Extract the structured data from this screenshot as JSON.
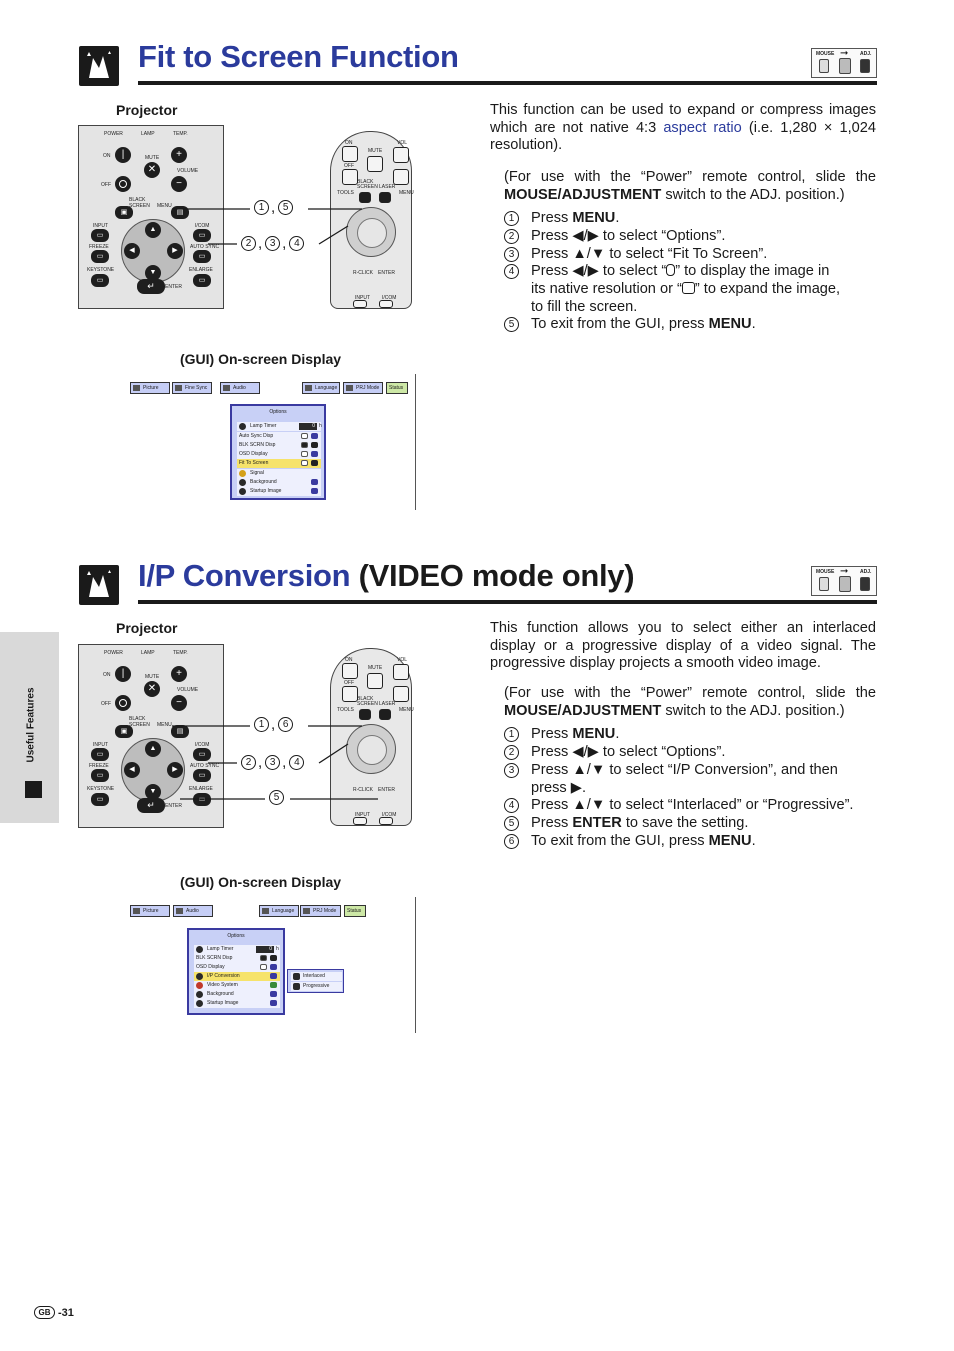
{
  "sections": [
    {
      "title": "Fit to Screen Function",
      "title_suffix": "",
      "projector_label": "Projector",
      "gui_label": "(GUI) On-screen Display",
      "intro": {
        "t1": "This function can be used to expand or compress images which are not native 4:3 ",
        "link": "aspect ratio",
        "t2": " (i.e. 1,280 × 1,024 resolution)."
      },
      "note": {
        "t1": "(For use with the “Power” remote control, slide the ",
        "b": "MOUSE/ADJUSTMENT",
        "t2": " switch to the ADJ. position.)"
      },
      "steps": [
        {
          "n": "1",
          "t1": "Press ",
          "b": "MENU",
          "t2": "."
        },
        {
          "n": "2",
          "t1": "Press ◀/▶ to select “Options”.",
          "b": "",
          "t2": ""
        },
        {
          "n": "3",
          "t1": "Press ▲/▼ to select “Fit To Screen”.",
          "b": "",
          "t2": ""
        },
        {
          "n": "4",
          "a": "Press ◀/▶ to select “",
          "b": "” to display the image in",
          "c": "its native resolution or “",
          "d": "” to expand the image,",
          "e": "to fill the screen."
        },
        {
          "n": "5",
          "t1": "To exit from the GUI, press ",
          "b": "MENU",
          "t2": "."
        }
      ],
      "callouts": [
        {
          "nums": [
            "1",
            "5"
          ]
        },
        {
          "nums": [
            "2",
            "3",
            "4"
          ]
        }
      ],
      "gui": {
        "tabs": [
          "Picture",
          "Fine Sync",
          "Audio",
          "Language",
          "PRJ Mode",
          "Status"
        ],
        "menu_title": "Options",
        "rows": [
          {
            "label": "Lamp Timer",
            "value": "0",
            "unit": "h"
          },
          {
            "label": "Auto Sync Disp"
          },
          {
            "label": "BLK SCRN Disp"
          },
          {
            "label": "OSD Display"
          },
          {
            "label": "Fit To Screen"
          },
          {
            "label": "Signal"
          },
          {
            "label": "Background"
          },
          {
            "label": "Startup Image"
          }
        ]
      }
    },
    {
      "title": "I/P Conversion",
      "title_suffix": " (VIDEO mode only)",
      "projector_label": "Projector",
      "gui_label": "(GUI) On-screen Display",
      "intro": {
        "t1": "This function allows you to select either an interlaced display or a progressive display of a video signal. The progressive display projects a smooth video image.",
        "link": "",
        "t2": ""
      },
      "note": {
        "t1": "(For use with the “Power” remote control, slide the ",
        "b": "MOUSE/ADJUSTMENT",
        "t2": " switch to the ADJ. position.)"
      },
      "steps": [
        {
          "n": "1",
          "t1": "Press ",
          "b": "MENU",
          "t2": "."
        },
        {
          "n": "2",
          "t1": "Press ◀/▶ to select “Options”.",
          "b": "",
          "t2": ""
        },
        {
          "n": "3",
          "t1": "Press ▲/▼ to select “I/P Conversion”, and then",
          "b": "",
          "t2": ""
        },
        {
          "n": "",
          "t1": "press ▶.",
          "b": "",
          "t2": ""
        },
        {
          "n": "4",
          "t1": "Press ▲/▼ to select “Interlaced” or “Progressive”.",
          "b": "",
          "t2": ""
        },
        {
          "n": "5",
          "t1": "Press ",
          "b": "ENTER",
          "t2": " to save the setting."
        },
        {
          "n": "6",
          "t1": "To exit from the GUI, press ",
          "b": "MENU",
          "t2": "."
        }
      ],
      "callouts": [
        {
          "nums": [
            "1",
            "6"
          ]
        },
        {
          "nums": [
            "2",
            "3",
            "4"
          ]
        },
        {
          "nums": [
            "5"
          ]
        }
      ],
      "gui": {
        "tabs": [
          "Picture",
          "Audio",
          "Language",
          "PRJ Mode",
          "Status"
        ],
        "menu_title": "Options",
        "rows": [
          {
            "label": "Lamp Timer",
            "value": "0",
            "unit": "h"
          },
          {
            "label": "BLK SCRN Disp"
          },
          {
            "label": "OSD Display"
          },
          {
            "label": "I/P Conversion"
          },
          {
            "label": "Video System"
          },
          {
            "label": "Background"
          },
          {
            "label": "Startup Image"
          }
        ],
        "submenu": [
          "Interlaced",
          "Progressive"
        ]
      }
    }
  ],
  "switch_labels": {
    "mouse": "MOUSE",
    "adj": "ADJ."
  },
  "panel_labels": {
    "power": "POWER",
    "lamp": "LAMP",
    "temp": "TEMP.",
    "on": "ON",
    "off": "OFF",
    "mute": "MUTE",
    "volume": "VOLUME",
    "black_screen_1": "BLACK",
    "black_screen_2": "SCREEN",
    "menu": "MENU",
    "input": "INPUT",
    "icom": "I/COM",
    "freeze": "FREEZE",
    "auto_sync": "AUTO SYNC",
    "keystone": "KEYSTONE",
    "enlarge": "ENLARGE",
    "enter": "ENTER"
  },
  "remote_labels": {
    "on": "ON",
    "off": "OFF",
    "mute": "MUTE",
    "vol": "VOL",
    "tools": "TOOLS",
    "black_1": "BLACK",
    "black_2": "SCREEN",
    "laser": "LASER",
    "menu": "MENU",
    "rclick": "R-CLICK",
    "enter": "ENTER",
    "input": "INPUT",
    "icom": "I/COM"
  },
  "side_tab": "Useful Features",
  "page": {
    "gb": "GB",
    "num": "-31"
  },
  "colors": {
    "heading": "#2b3b9c",
    "rule": "#1a1a1a",
    "side_tab": "#d9d9d9"
  }
}
